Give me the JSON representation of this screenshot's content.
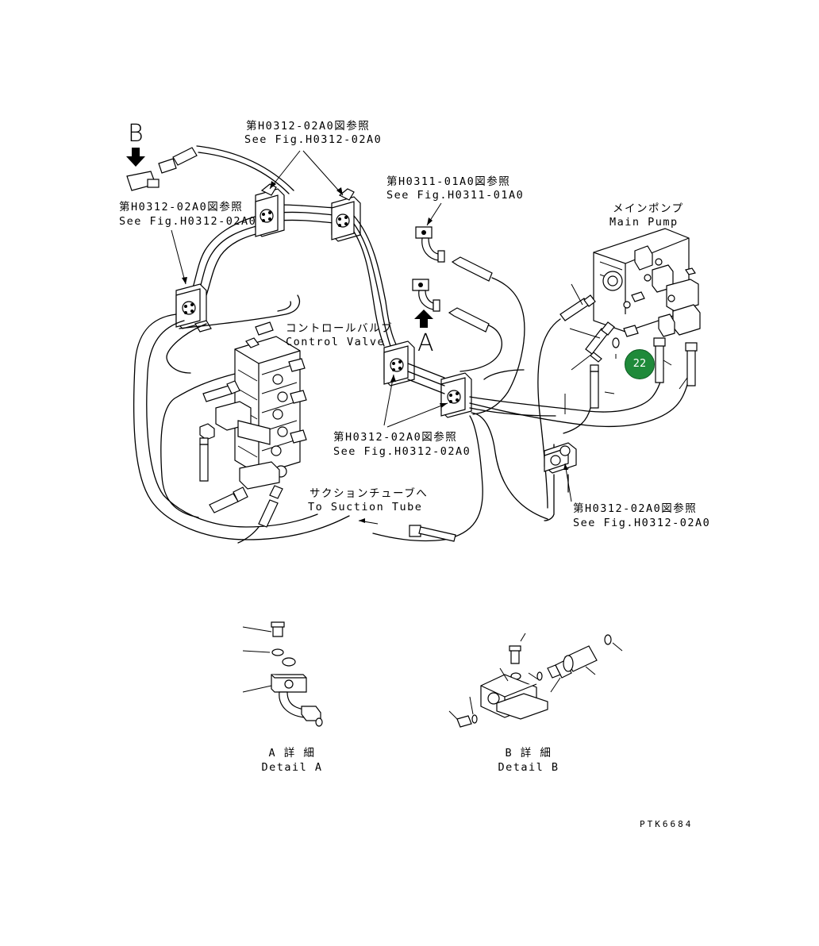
{
  "markers": {
    "view_b": "B",
    "view_a": "A"
  },
  "labels": {
    "ref_top_ja": "第H0312-02A0図参照",
    "ref_top_en": "See Fig.H0312-02A0",
    "ref_left_ja": "第H0312-02A0図参照",
    "ref_left_en": "See Fig.H0312-02A0",
    "ref_h0311_ja": "第H0311-01A0図参照",
    "ref_h0311_en": "See Fig.H0311-01A0",
    "main_pump_ja": "メインポンプ",
    "main_pump_en": "Main Pump",
    "control_valve_ja": "コントロールバルブ",
    "control_valve_en": "Control Valve",
    "ref_mid_ja": "第H0312-02A0図参照",
    "ref_mid_en": "See Fig.H0312-02A0",
    "suction_ja": "サクションチューブへ",
    "suction_en": "To Suction Tube",
    "ref_right_ja": "第H0312-02A0図参照",
    "ref_right_en": "See Fig.H0312-02A0",
    "detail_a_ja": "A 詳 細",
    "detail_a_en": "Detail A",
    "detail_b_ja": "B 詳 細",
    "detail_b_en": "Detail B"
  },
  "callout": {
    "number": "22",
    "color": "#1f8a3a"
  },
  "drawing_code": "PTK6684"
}
